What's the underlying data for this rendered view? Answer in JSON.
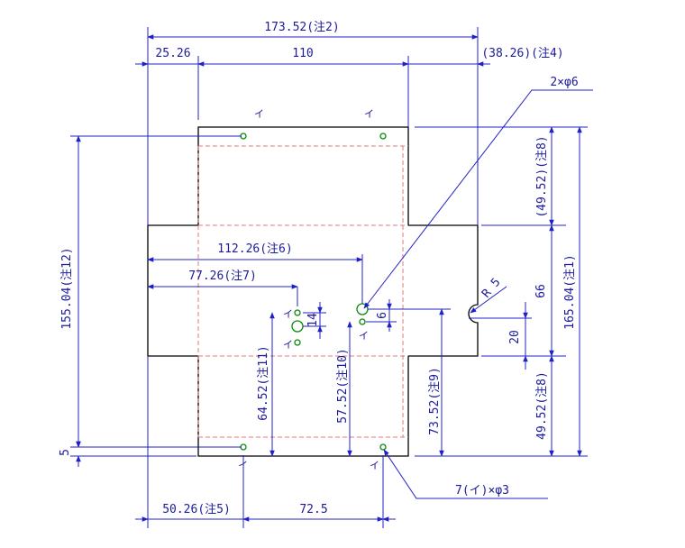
{
  "dimensions": {
    "total_width": "173.52(注2)",
    "left_offset": "25.26",
    "inner_width": "110",
    "right_offset": "(38.26)(注4)",
    "left_height": "155.04(注12)",
    "small_offset": "5",
    "dim_112": "112.26(注6)",
    "dim_77": "77.26(注7)",
    "dim_14": "14",
    "dim_6": "6",
    "dim_64": "64.52(注11)",
    "dim_57": "57.52(注10)",
    "dim_73": "73.52(注9)",
    "dim_66": "66",
    "dim_20": "20",
    "radius": "R 5",
    "top_flap": "(49.52)(注8)",
    "bottom_flap": "49.52(注8)",
    "right_height": "165.04(注1)",
    "bottom_left": "50.26(注5)",
    "bottom_mid": "72.5"
  },
  "callouts": {
    "big_holes": "2×φ6",
    "small_holes": "7(イ)×φ3",
    "hole_mark": "イ"
  }
}
